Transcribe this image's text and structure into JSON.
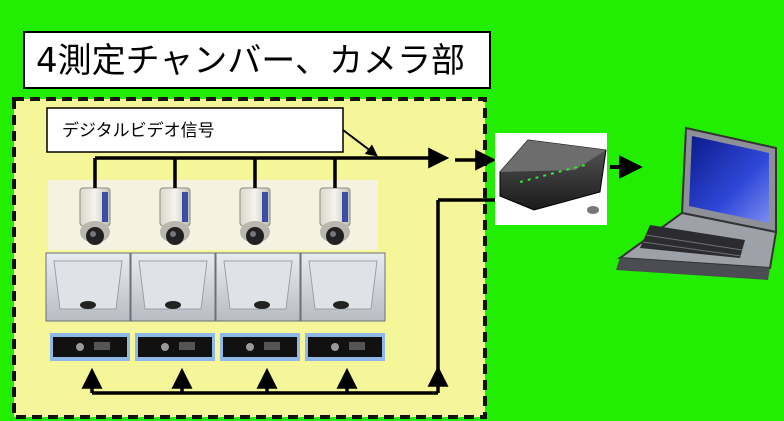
{
  "title": "4測定チャンバー、カメラ部",
  "signal_label": "デジタルビデオ信号",
  "colors": {
    "background": "#22ee00",
    "panel": "#f5f59a",
    "panel_border": "#111111",
    "wire": "#000000"
  },
  "units": {
    "cameras": [
      "camera",
      "camera",
      "camera",
      "camera"
    ],
    "chambers": [
      "chamber",
      "chamber",
      "chamber",
      "chamber"
    ],
    "devices": [
      "device",
      "device",
      "device",
      "device"
    ]
  },
  "icons": {
    "hub": "video-hub-icon",
    "laptop": "laptop-icon"
  }
}
